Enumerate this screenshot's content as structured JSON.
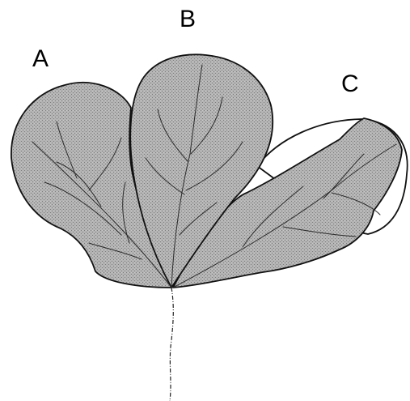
{
  "figure": {
    "labels": {
      "a": "A",
      "b": "B",
      "c": "C"
    },
    "colors": {
      "leaf_fill": "#a9a9a9",
      "outline": "#111111",
      "background": "#ffffff"
    }
  }
}
